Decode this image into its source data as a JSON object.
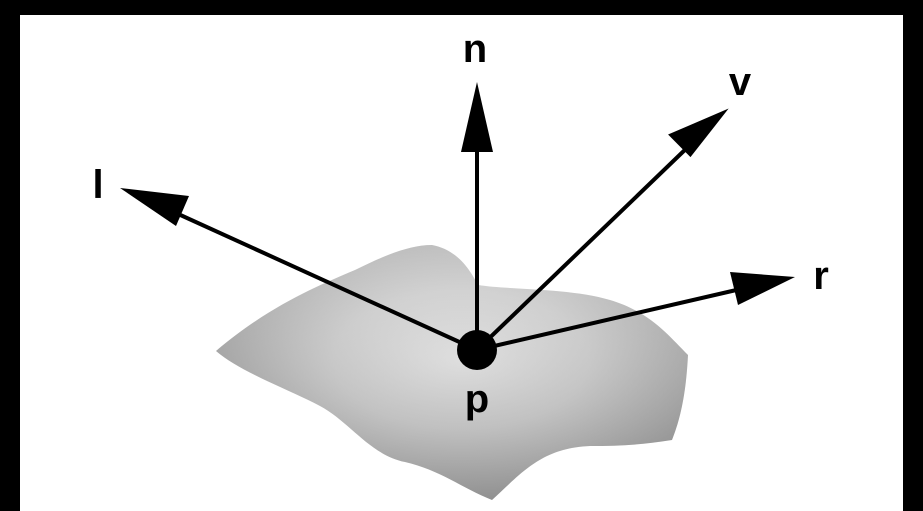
{
  "diagram": {
    "colors": {
      "frame": "#000000",
      "background": "#ffffff",
      "ink": "#000000",
      "surface_light": "#e6e6e6",
      "surface_mid": "#c8c8c8",
      "surface_dark": "#9a9a9a"
    },
    "vectors": {
      "n": "n",
      "v": "v",
      "l": "l",
      "r": "r"
    },
    "point": {
      "label": "p"
    }
  }
}
